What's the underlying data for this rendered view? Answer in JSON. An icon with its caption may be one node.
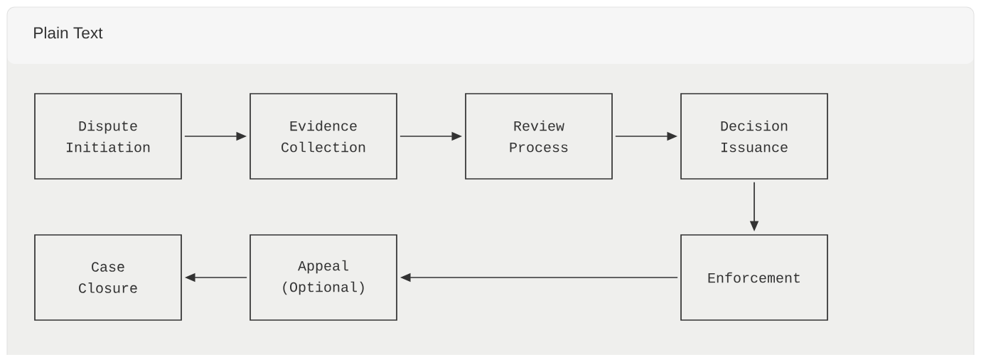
{
  "diagram": {
    "title": "Plain Text",
    "nodes": [
      {
        "text": [
          "Dispute Initiation"
        ]
      },
      {
        "text": [
          "Evidence Collection"
        ]
      },
      {
        "text": [
          "Review Process"
        ]
      },
      {
        "text": [
          "Decision Issuance"
        ]
      },
      {
        "text": [
          "Case Closure"
        ]
      },
      {
        "text": [
          "Appeal (Optional)"
        ]
      },
      {
        "text": [
          "Enforcement"
        ]
      }
    ],
    "edges": [
      {
        "from": 0,
        "to": 1,
        "arrow": "to"
      },
      {
        "from": 1,
        "to": 2,
        "arrow": "to"
      },
      {
        "from": 2,
        "to": 3,
        "arrow": "to"
      },
      {
        "from": 3,
        "to": 6,
        "arrow": "to"
      },
      {
        "from": 6,
        "to": 5,
        "arrow": "to"
      },
      {
        "from": 5,
        "to": 4,
        "arrow": "to"
      }
    ]
  }
}
